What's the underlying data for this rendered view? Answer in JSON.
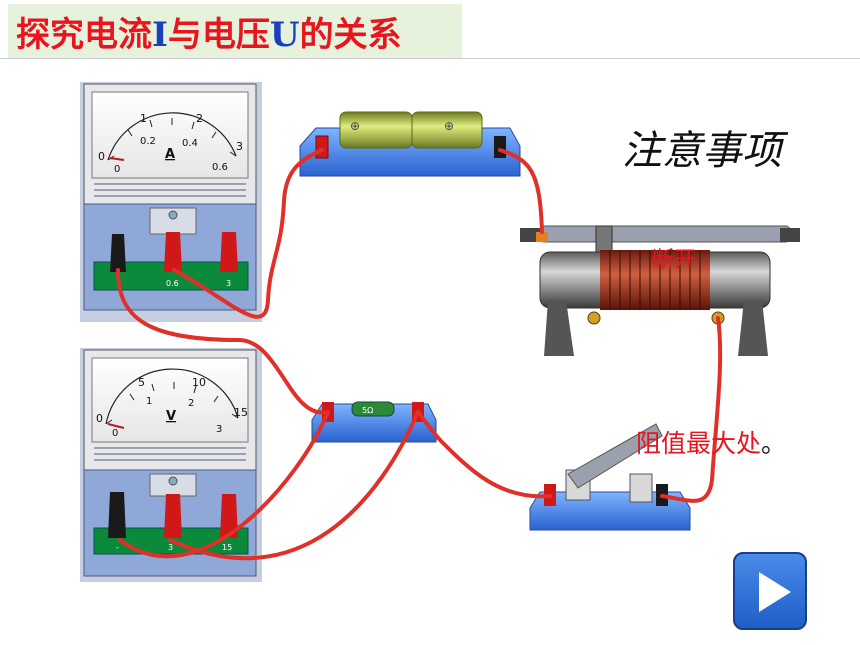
{
  "title": {
    "part1": "探究电流",
    "part2": "I",
    "part3": "与电压",
    "part4": "U",
    "part5": "的关系"
  },
  "notes_heading": "注意事项",
  "switch_note": "断开",
  "rheostat_note": "阻值最大处",
  "rheostat_note_suffix": "。",
  "ammeter": {
    "unit": "A",
    "scale_top": [
      "0",
      "1",
      "2",
      "3"
    ],
    "scale_bottom": [
      "0",
      "0.2",
      "0.4",
      "0.6"
    ],
    "terminal_labels": [
      "-",
      "0.6",
      "3"
    ]
  },
  "voltmeter": {
    "unit": "V",
    "scale_top": [
      "0",
      "5",
      "10",
      "15"
    ],
    "scale_bottom": [
      "0",
      "1",
      "2",
      "3"
    ],
    "terminal_labels": [
      "-",
      "3",
      "15"
    ]
  },
  "resistor_label": "5Ω",
  "colors": {
    "title_red": "#e8141e",
    "title_blue": "#1a3fbf",
    "wire": "#e0302a",
    "meter_body": "#8fa8d8",
    "play_button": "#2f6fd8"
  }
}
